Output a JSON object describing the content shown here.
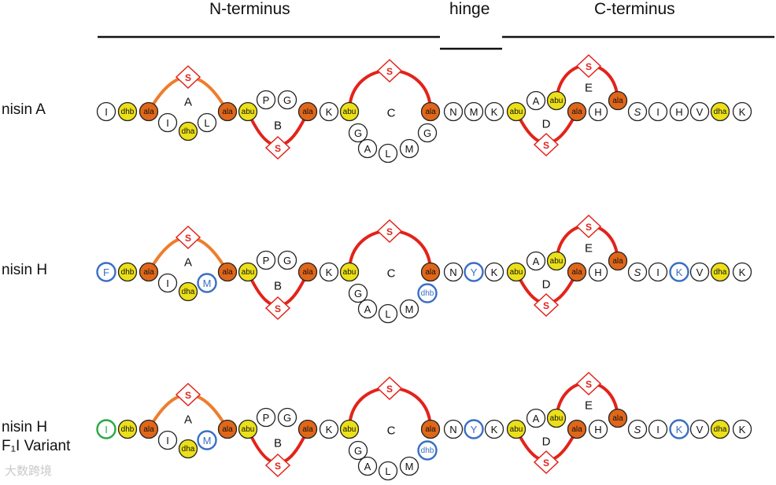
{
  "header": {
    "n_terminus": "N-terminus",
    "hinge": "hinge",
    "c_terminus": "C-terminus"
  },
  "colors": {
    "yellow": "#ece01a",
    "orange": "#e0671a",
    "ring_red": "#e2231a",
    "ring_orange": "#ee7d2c",
    "blue": "#3a6fc4",
    "green": "#2aa845"
  },
  "rows": [
    {
      "name": "nisin-a",
      "label_lines": [
        "nisin A"
      ],
      "residues": {
        "first": {
          "t": "I",
          "s": "plain"
        },
        "d12": {
          "t": "dhb",
          "s": "yellow"
        },
        "d40": {
          "t": "ala",
          "s": "orange"
        },
        "d70": {
          "t": "I",
          "s": "plain"
        },
        "d98": {
          "t": "dha",
          "s": "yellow"
        },
        "d126": {
          "t": "L",
          "s": "plain"
        },
        "d152": {
          "t": "ala",
          "s": "orange"
        },
        "d180": {
          "t": "abu",
          "s": "yellow"
        },
        "d204": {
          "t": "P",
          "s": "plain"
        },
        "d231": {
          "t": "G",
          "s": "plain"
        },
        "d256": {
          "t": "ala",
          "s": "orange"
        },
        "d283": {
          "t": "K",
          "s": "plain"
        },
        "d309": {
          "t": "abu",
          "s": "yellow"
        },
        "d312b": {
          "t": "G",
          "s": "plain"
        },
        "d332": {
          "t": "A",
          "s": "plain"
        },
        "d360": {
          "t": "L",
          "s": "plain"
        },
        "d384": {
          "t": "M",
          "s": "plain"
        },
        "d406": {
          "t": "G",
          "s": "plain"
        },
        "d412": {
          "t": "ala",
          "s": "orange"
        },
        "d440": {
          "t": "N",
          "s": "plain"
        },
        "d467": {
          "t": "M",
          "s": "plain"
        },
        "d494": {
          "t": "K",
          "s": "plain"
        },
        "d520": {
          "t": "abu",
          "s": "yellow"
        },
        "d546": {
          "t": "A",
          "s": "plain"
        },
        "d573": {
          "t": "abu",
          "s": "yellow"
        },
        "d598": {
          "t": "ala",
          "s": "orange"
        },
        "d624": {
          "t": "H",
          "s": "plain"
        },
        "d650": {
          "t": "ala",
          "s": "orange"
        },
        "d675": {
          "t": "S",
          "s": "plain"
        },
        "d701": {
          "t": "I",
          "s": "plain"
        },
        "d727": {
          "t": "H",
          "s": "plain"
        },
        "d754": {
          "t": "V",
          "s": "plain"
        },
        "d781": {
          "t": "dha",
          "s": "yellow"
        },
        "d808": {
          "t": "K",
          "s": "plain"
        }
      }
    },
    {
      "name": "nisin-h",
      "label_lines": [
        "nisin H"
      ],
      "residues": {
        "first": {
          "t": "F",
          "s": "blue"
        },
        "d12": {
          "t": "dhb",
          "s": "yellow"
        },
        "d40": {
          "t": "ala",
          "s": "orange"
        },
        "d70": {
          "t": "I",
          "s": "plain"
        },
        "d98": {
          "t": "dha",
          "s": "yellow"
        },
        "d126": {
          "t": "M",
          "s": "blue"
        },
        "d152": {
          "t": "ala",
          "s": "orange"
        },
        "d180": {
          "t": "abu",
          "s": "yellow"
        },
        "d204": {
          "t": "P",
          "s": "plain"
        },
        "d231": {
          "t": "G",
          "s": "plain"
        },
        "d256": {
          "t": "ala",
          "s": "orange"
        },
        "d283": {
          "t": "K",
          "s": "plain"
        },
        "d309": {
          "t": "abu",
          "s": "yellow"
        },
        "d312b": {
          "t": "G",
          "s": "plain"
        },
        "d332": {
          "t": "A",
          "s": "plain"
        },
        "d360": {
          "t": "L",
          "s": "plain"
        },
        "d384": {
          "t": "M",
          "s": "plain"
        },
        "d406": {
          "t": "dhb",
          "s": "blue"
        },
        "d412": {
          "t": "ala",
          "s": "orange"
        },
        "d440": {
          "t": "N",
          "s": "plain"
        },
        "d467": {
          "t": "Y",
          "s": "blue"
        },
        "d494": {
          "t": "K",
          "s": "plain"
        },
        "d520": {
          "t": "abu",
          "s": "yellow"
        },
        "d546": {
          "t": "A",
          "s": "plain"
        },
        "d573": {
          "t": "abu",
          "s": "yellow"
        },
        "d598": {
          "t": "ala",
          "s": "orange"
        },
        "d624": {
          "t": "H",
          "s": "plain"
        },
        "d650": {
          "t": "ala",
          "s": "orange"
        },
        "d675": {
          "t": "S",
          "s": "plain"
        },
        "d701": {
          "t": "I",
          "s": "plain"
        },
        "d727": {
          "t": "K",
          "s": "blue"
        },
        "d754": {
          "t": "V",
          "s": "plain"
        },
        "d781": {
          "t": "dha",
          "s": "yellow"
        },
        "d808": {
          "t": "K",
          "s": "plain"
        }
      }
    },
    {
      "name": "nisin-h-f1i-variant",
      "label_lines": [
        "nisin H",
        "F₁I Variant"
      ],
      "residues": {
        "first": {
          "t": "I",
          "s": "green"
        },
        "d12": {
          "t": "dhb",
          "s": "yellow"
        },
        "d40": {
          "t": "ala",
          "s": "orange"
        },
        "d70": {
          "t": "I",
          "s": "plain"
        },
        "d98": {
          "t": "dha",
          "s": "yellow"
        },
        "d126": {
          "t": "M",
          "s": "blue"
        },
        "d152": {
          "t": "ala",
          "s": "orange"
        },
        "d180": {
          "t": "abu",
          "s": "yellow"
        },
        "d204": {
          "t": "P",
          "s": "plain"
        },
        "d231": {
          "t": "G",
          "s": "plain"
        },
        "d256": {
          "t": "ala",
          "s": "orange"
        },
        "d283": {
          "t": "K",
          "s": "plain"
        },
        "d309": {
          "t": "abu",
          "s": "yellow"
        },
        "d312b": {
          "t": "G",
          "s": "plain"
        },
        "d332": {
          "t": "A",
          "s": "plain"
        },
        "d360": {
          "t": "L",
          "s": "plain"
        },
        "d384": {
          "t": "M",
          "s": "plain"
        },
        "d406": {
          "t": "dhb",
          "s": "blue"
        },
        "d412": {
          "t": "ala",
          "s": "orange"
        },
        "d440": {
          "t": "N",
          "s": "plain"
        },
        "d467": {
          "t": "Y",
          "s": "blue"
        },
        "d494": {
          "t": "K",
          "s": "plain"
        },
        "d520": {
          "t": "abu",
          "s": "yellow"
        },
        "d546": {
          "t": "A",
          "s": "plain"
        },
        "d573": {
          "t": "abu",
          "s": "yellow"
        },
        "d598": {
          "t": "ala",
          "s": "orange"
        },
        "d624": {
          "t": "H",
          "s": "plain"
        },
        "d650": {
          "t": "ala",
          "s": "orange"
        },
        "d675": {
          "t": "S",
          "s": "plain"
        },
        "d701": {
          "t": "I",
          "s": "plain"
        },
        "d727": {
          "t": "K",
          "s": "blue"
        },
        "d754": {
          "t": "V",
          "s": "plain"
        },
        "d781": {
          "t": "dha",
          "s": "yellow"
        },
        "d808": {
          "t": "K",
          "s": "plain"
        }
      }
    }
  ],
  "ring_labels": {
    "a": "A",
    "b": "B",
    "c": "C",
    "d": "D",
    "e": "E"
  },
  "bridge_label": "S",
  "watermark": "大数跨境"
}
